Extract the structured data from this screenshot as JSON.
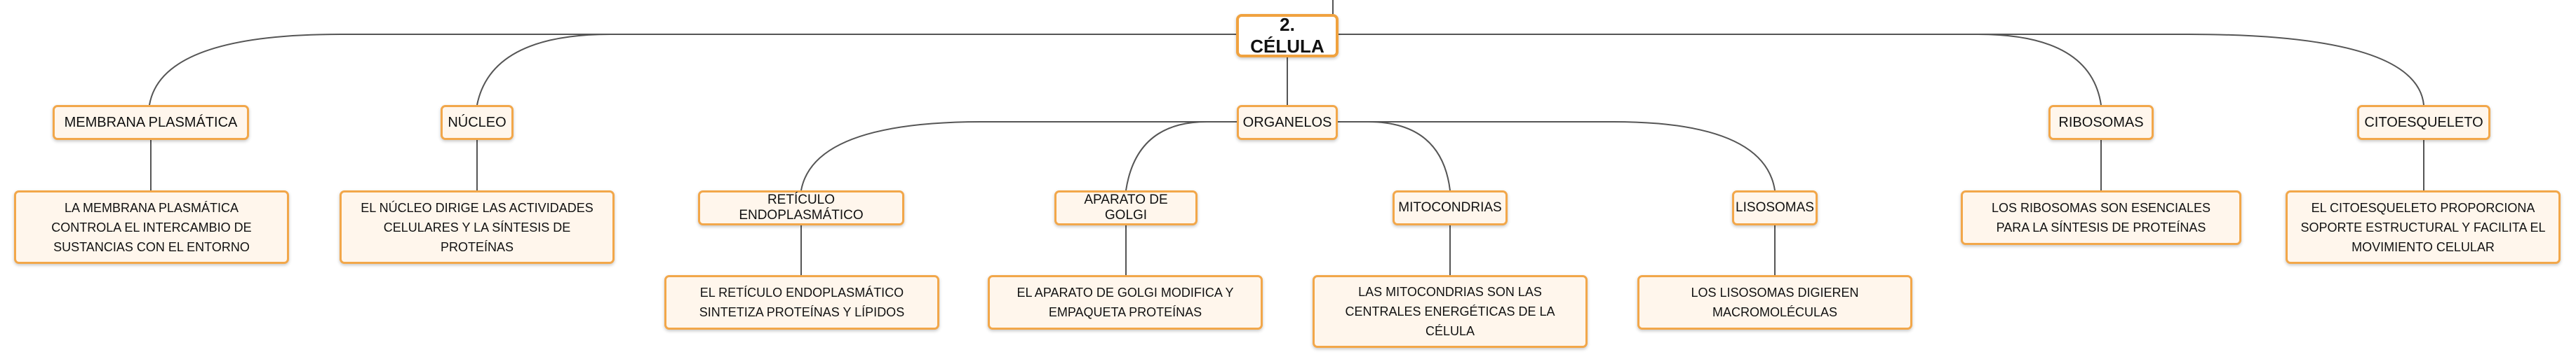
{
  "map": {
    "root": "2. CÉLULA",
    "membrana": {
      "title": "MEMBRANA PLASMÁTICA",
      "desc": "LA MEMBRANA PLASMÁTICA CONTROLA EL INTERCAMBIO DE SUSTANCIAS CON EL ENTORNO"
    },
    "nucleo": {
      "title": "NÚCLEO",
      "desc": "EL NÚCLEO DIRIGE LAS ACTIVIDADES CELULARES Y LA SÍNTESIS DE PROTEÍNAS"
    },
    "organelos": {
      "title": "ORGANELOS",
      "reticulo": {
        "title": "RETÍCULO ENDOPLASMÁTICO",
        "desc": "EL RETÍCULO ENDOPLASMÁTICO SINTETIZA PROTEÍNAS Y LÍPIDOS"
      },
      "golgi": {
        "title": "APARATO DE GOLGI",
        "desc": "EL APARATO DE GOLGI MODIFICA Y EMPAQUETA PROTEÍNAS"
      },
      "mitocondrias": {
        "title": "MITOCONDRIAS",
        "desc": "LAS MITOCONDRIAS SON LAS CENTRALES ENERGÉTICAS DE LA CÉLULA"
      },
      "lisosomas": {
        "title": "LISOSOMAS",
        "desc": "LOS LISOSOMAS DIGIEREN MACROMOLÉCULAS"
      }
    },
    "ribosomas": {
      "title": "RIBOSOMAS",
      "desc": "LOS RIBOSOMAS SON ESENCIALES PARA LA SÍNTESIS DE PROTEÍNAS"
    },
    "citoesqueleto": {
      "title": "CITOESQUELETO",
      "desc": "EL CITOESQUELETO PROPORCIONA SOPORTE ESTRUCTURAL Y FACILITA EL MOVIMIENTO CELULAR"
    }
  }
}
